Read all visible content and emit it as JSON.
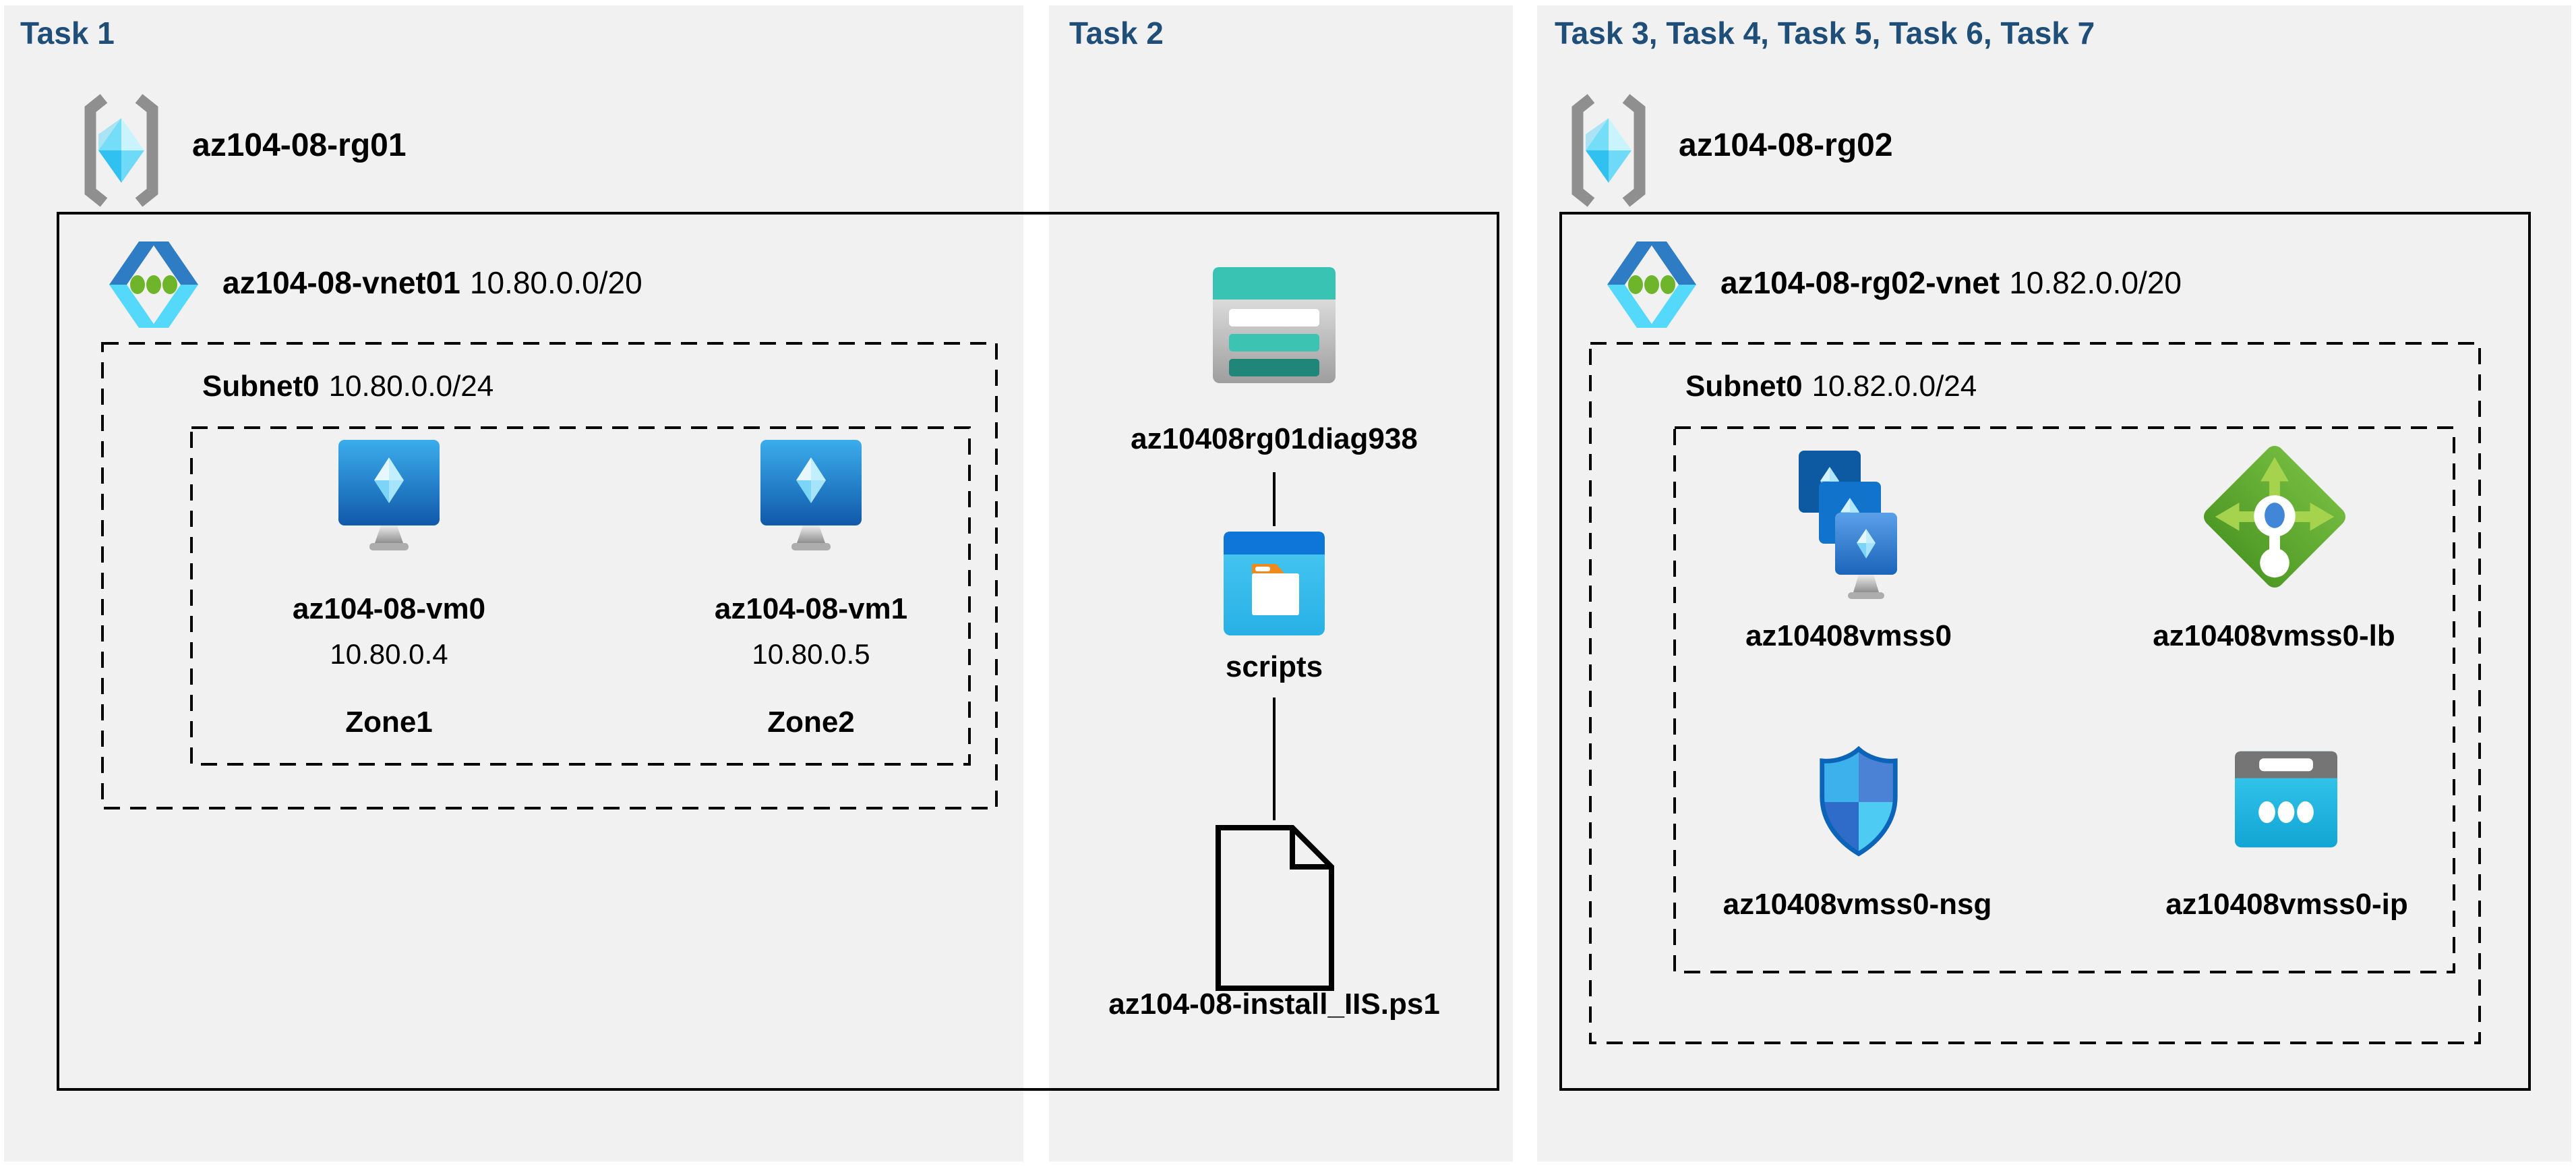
{
  "colors": {
    "panel": "#f1f1f1",
    "header_text": "#1f4e79",
    "text": "#000000",
    "storage_teal": "#38c3b2",
    "storage_teal_dark": "#20867a",
    "scripts_blue": "#0d76d8",
    "lb_green": "#5aa42c",
    "vm_blue": "#1159aa"
  },
  "task1": {
    "header": "Task 1",
    "resource_group": {
      "name": "az104-08-rg01"
    },
    "vnet": {
      "name": "az104-08-vnet01",
      "cidr": "10.80.0.0/20"
    },
    "subnet": {
      "name": "Subnet0",
      "cidr": "10.80.0.0/24"
    },
    "vms": [
      {
        "name": "az104-08-vm0",
        "ip": "10.80.0.4",
        "zone": "Zone1"
      },
      {
        "name": "az104-08-vm1",
        "ip": "10.80.0.5",
        "zone": "Zone2"
      }
    ]
  },
  "task2": {
    "header": "Task 2",
    "storage_account": "az10408rg01diag938",
    "container": "scripts",
    "file": "az104-08-install_IIS.ps1"
  },
  "task3": {
    "header": "Task 3, Task 4, Task 5, Task 6, Task 7",
    "resource_group": {
      "name": "az104-08-rg02"
    },
    "vnet": {
      "name": "az104-08-rg02-vnet",
      "cidr": "10.82.0.0/20"
    },
    "subnet": {
      "name": "Subnet0",
      "cidr": "10.82.0.0/24"
    },
    "resources": [
      {
        "name": "az10408vmss0",
        "type": "vm-scale-set"
      },
      {
        "name": "az10408vmss0-lb",
        "type": "load-balancer"
      },
      {
        "name": "az10408vmss0-nsg",
        "type": "network-security-group"
      },
      {
        "name": "az10408vmss0-ip",
        "type": "public-ip"
      }
    ]
  }
}
